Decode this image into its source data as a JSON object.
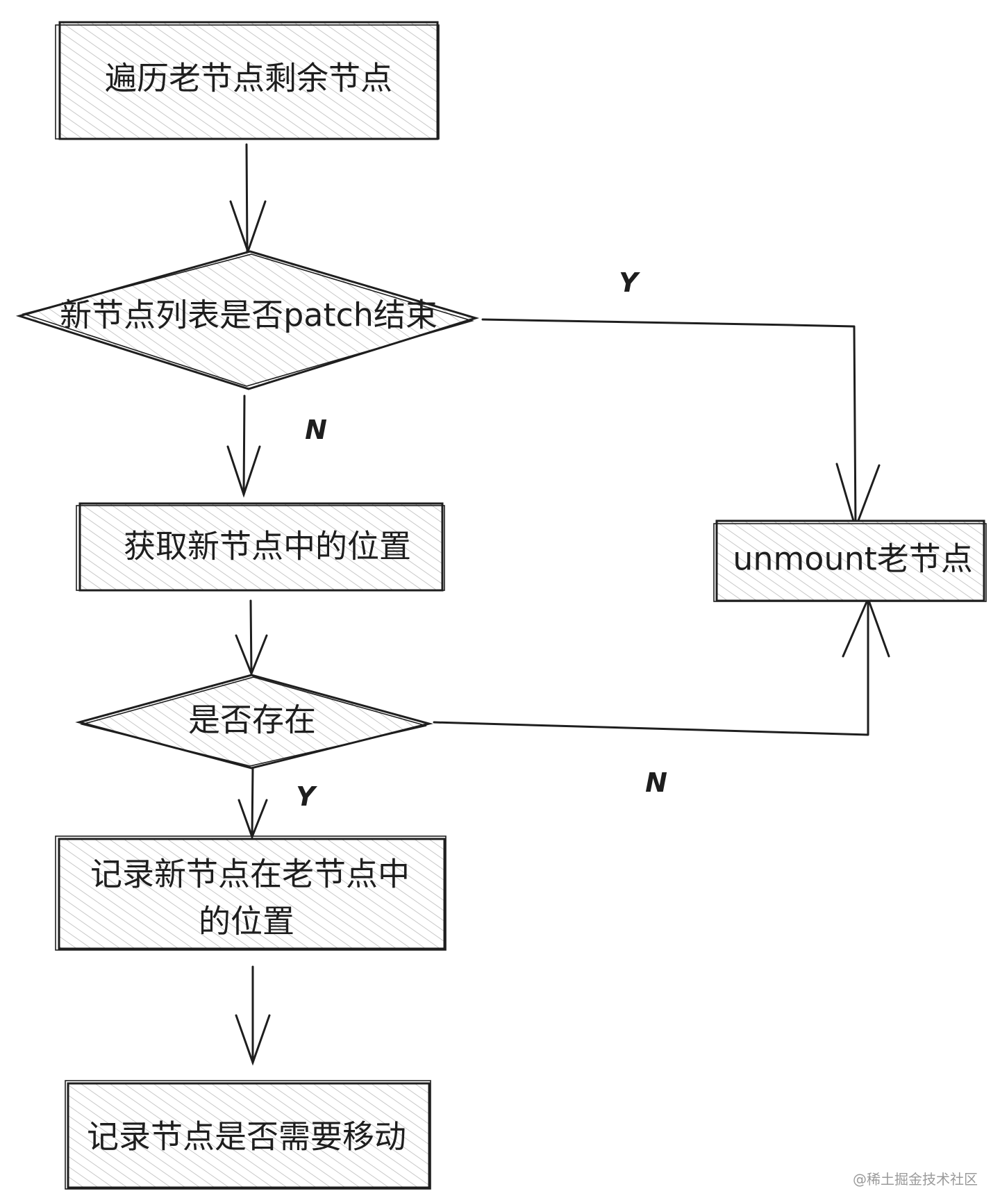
{
  "nodes": {
    "traverse_old": {
      "label": "遍历老节点剩余节点"
    },
    "check_new_patched": {
      "label": "新节点列表是否patch结束"
    },
    "get_position": {
      "label": "获取新节点中的位置"
    },
    "check_exists": {
      "label": "是否存在"
    },
    "record_position": {
      "line1": "记录新节点在老节点中",
      "line2": "的位置"
    },
    "record_move": {
      "label": "记录节点是否需要移动"
    },
    "unmount_old": {
      "label": "unmount老节点"
    }
  },
  "edge_labels": {
    "patched_yes": "Y",
    "patched_no": "N",
    "exists_yes": "Y",
    "exists_no": "N"
  },
  "watermark": "@稀土掘金技术社区",
  "colors": {
    "stroke": "#1e1e1e",
    "fill": "#ffffff",
    "hatch": "#c8c8c8"
  }
}
